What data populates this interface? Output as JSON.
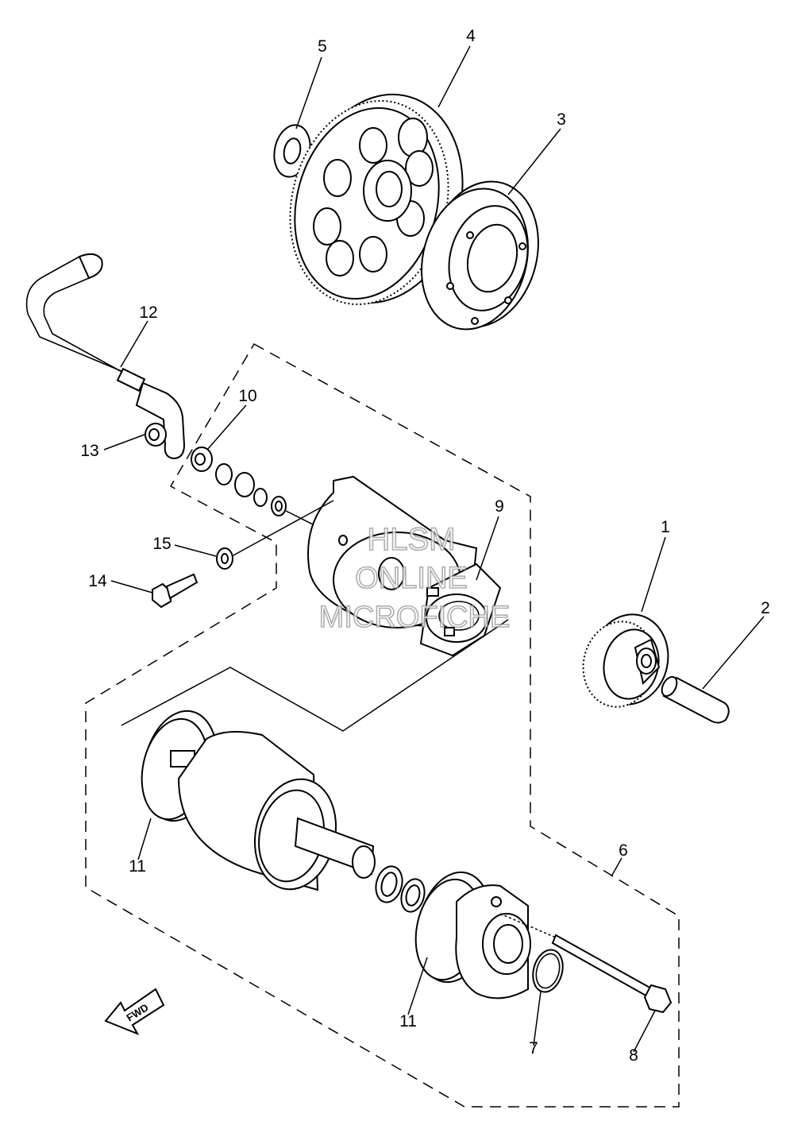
{
  "watermark": {
    "line1": "HLSM",
    "line2": "ONLINE",
    "line3": "MICROFICHE"
  },
  "direction_marker": {
    "label": "FWD",
    "icon": "forward-arrow-icon"
  },
  "callouts": [
    {
      "id": "1",
      "label": "1"
    },
    {
      "id": "2",
      "label": "2"
    },
    {
      "id": "3",
      "label": "3"
    },
    {
      "id": "4",
      "label": "4"
    },
    {
      "id": "5",
      "label": "5"
    },
    {
      "id": "6",
      "label": "6"
    },
    {
      "id": "7",
      "label": "7"
    },
    {
      "id": "8",
      "label": "8"
    },
    {
      "id": "9",
      "label": "9"
    },
    {
      "id": "10",
      "label": "10"
    },
    {
      "id": "11a",
      "label": "11"
    },
    {
      "id": "11b",
      "label": "11"
    },
    {
      "id": "12",
      "label": "12"
    },
    {
      "id": "13",
      "label": "13"
    },
    {
      "id": "14",
      "label": "14"
    },
    {
      "id": "15",
      "label": "15"
    }
  ],
  "colors": {
    "line": "#000000",
    "background": "#ffffff",
    "watermark": "#9a9a9a"
  }
}
